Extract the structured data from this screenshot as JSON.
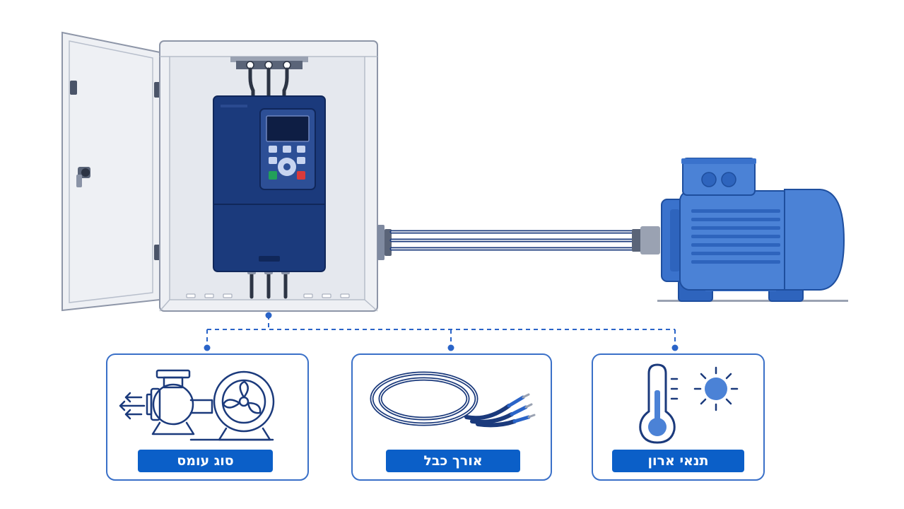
{
  "colors": {
    "navy": "#1b3a7c",
    "royal": "#0b5ccc",
    "motor": "#4b82d6",
    "motor_dark": "#1e4e9e",
    "cabinet_outline": "#8e96a8",
    "cabinet_fill": "#eef0f4",
    "label_bg": "#0b5fc8",
    "connector": "#2a64c8",
    "card_border": "#3a70c8"
  },
  "cards": [
    {
      "id": "load-type",
      "icon": "pump-fan-icon",
      "label": "סוג עומס"
    },
    {
      "id": "cable-length",
      "icon": "cable-coil-icon",
      "label": "אורך כבל"
    },
    {
      "id": "cabinet-conditions",
      "icon": "thermometer-sun-icon",
      "label": "תנאי ארון"
    }
  ]
}
